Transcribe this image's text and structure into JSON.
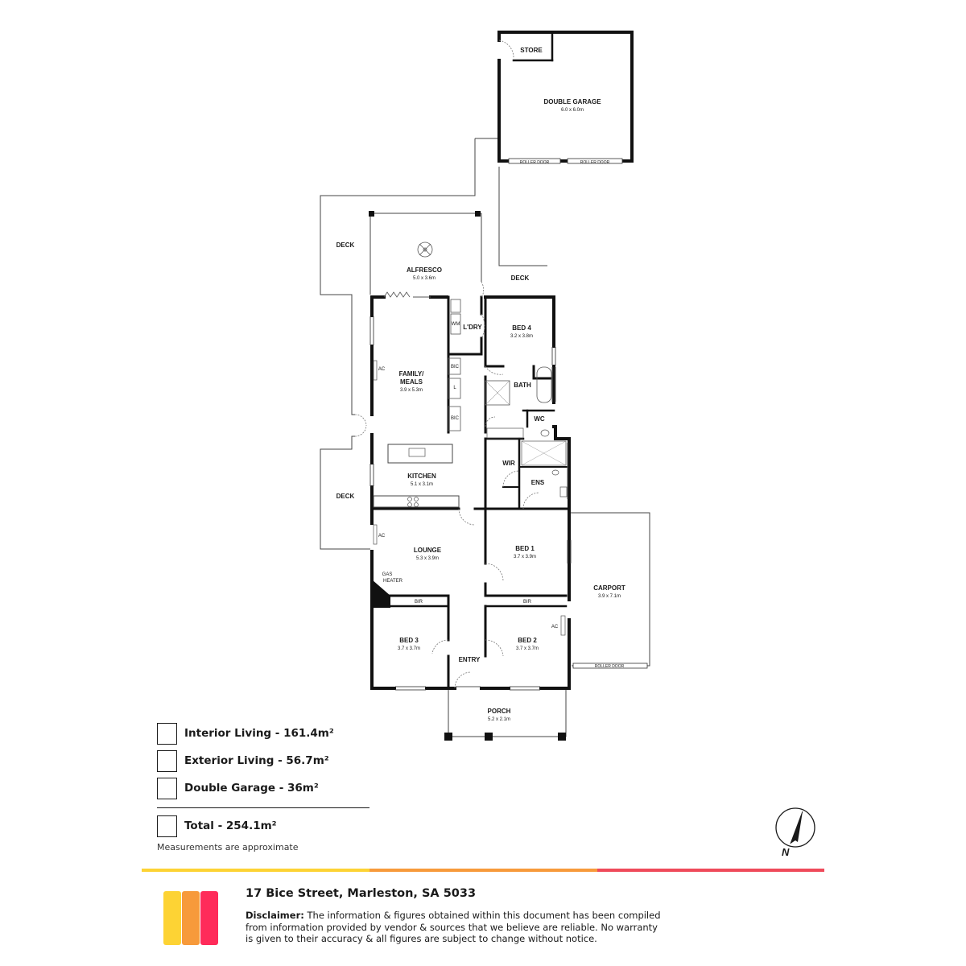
{
  "floorplan": {
    "rooms": [
      {
        "id": "store",
        "name": "STORE",
        "size": ""
      },
      {
        "id": "double-garage",
        "name": "DOUBLE GARAGE",
        "size": "6.0 x 6.0m"
      },
      {
        "id": "alfresco",
        "name": "ALFRESCO",
        "size": "5.0 x 3.6m"
      },
      {
        "id": "deck-west-upper",
        "name": "DECK",
        "size": ""
      },
      {
        "id": "deck-east",
        "name": "DECK",
        "size": ""
      },
      {
        "id": "laundry",
        "name": "L'DRY",
        "size": ""
      },
      {
        "id": "bed-4",
        "name": "BED 4",
        "size": "3.2 x 3.8m"
      },
      {
        "id": "family-meals",
        "name": "FAMILY/ MEALS",
        "size": "3.9 x 5.3m"
      },
      {
        "id": "bath",
        "name": "BATH",
        "size": ""
      },
      {
        "id": "wc",
        "name": "WC",
        "size": ""
      },
      {
        "id": "wir",
        "name": "WIR",
        "size": ""
      },
      {
        "id": "ensuite",
        "name": "ENS",
        "size": ""
      },
      {
        "id": "kitchen",
        "name": "KITCHEN",
        "size": "5.1 x 3.1m"
      },
      {
        "id": "deck-west-lower",
        "name": "DECK",
        "size": ""
      },
      {
        "id": "lounge",
        "name": "LOUNGE",
        "size": "5.3 x 3.9m"
      },
      {
        "id": "bed-1",
        "name": "BED 1",
        "size": "3.7 x 3.9m"
      },
      {
        "id": "carport",
        "name": "CARPORT",
        "size": "3.9 x 7.1m"
      },
      {
        "id": "bed-3",
        "name": "BED 3",
        "size": "3.7 x 3.7m"
      },
      {
        "id": "bed-2",
        "name": "BED 2",
        "size": "3.7 x 3.7m"
      },
      {
        "id": "entry",
        "name": "ENTRY",
        "size": ""
      },
      {
        "id": "porch",
        "name": "PORCH",
        "size": "5.2 x 2.1m"
      }
    ],
    "annotations": {
      "roller_door_1": "ROLLER DOOR",
      "roller_door_2": "ROLLER DOOR",
      "roller_door_carport": "ROLLER DOOR",
      "wm": "WM",
      "bic_1": "BIC",
      "bic_2": "BIC",
      "linen": "L",
      "ac_family": "AC",
      "ac_lounge": "AC",
      "ac_bed2": "AC",
      "gas_heater_1": "GAS",
      "gas_heater_2": "HEATER",
      "bir_bed3": "BIR",
      "bir_bed2": "BIR"
    }
  },
  "legend": {
    "interior": "Interior Living - 161.4m²",
    "exterior": "Exterior Living - 56.7m²",
    "garage": "Double Garage - 36m²",
    "total": "Total - 254.1m²",
    "note": "Measurements are approximate"
  },
  "compass": {
    "label": "N"
  },
  "footer": {
    "address": "17 Bice Street, Marleston, SA 5033",
    "disclaimer_label": "Disclaimer:",
    "disclaimer_line1": " The information & figures obtained within this document has been compiled",
    "disclaimer_line2": "from information provided by vendor & sources that we believe are reliable. No warranty",
    "disclaimer_line3": "is given to their accuracy & all figures are subject to change without notice."
  },
  "colors": {
    "yellow": "#fdd334",
    "orange": "#f79a3b",
    "red": "#ef4a5a",
    "pink": "#ff2b5a",
    "wall": "#111111"
  }
}
